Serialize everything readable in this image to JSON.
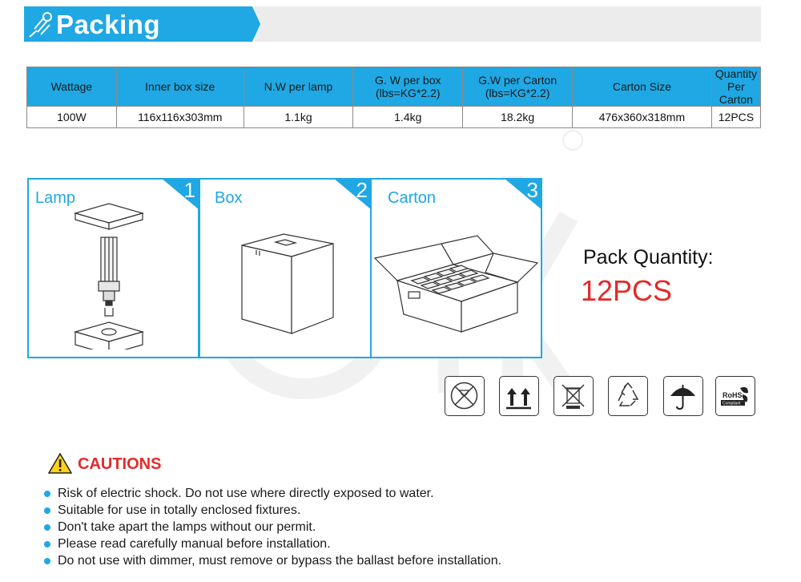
{
  "header": {
    "title": "Packing",
    "icon": "lamp-bulb-icon"
  },
  "table": {
    "headers": [
      [
        "Wattage"
      ],
      [
        "Inner box size"
      ],
      [
        "N.W per lamp"
      ],
      [
        "G. W per box",
        "(lbs=KG*2.2)"
      ],
      [
        "G.W per Carton",
        "(lbs=KG*2.2)"
      ],
      [
        "Carton Size"
      ],
      [
        "Quantity Per",
        "Carton"
      ]
    ],
    "row": [
      "100W",
      "116x116x303mm",
      "1.1kg",
      "1.4kg",
      "18.2kg",
      "476x360x318mm",
      "12PCS"
    ]
  },
  "panels": [
    {
      "label": "Lamp",
      "number": "1",
      "icon": "lamp-assembly-icon"
    },
    {
      "label": "Box",
      "number": "2",
      "icon": "inner-box-icon"
    },
    {
      "label": "Carton",
      "number": "3",
      "icon": "open-carton-icon"
    }
  ],
  "pack": {
    "label": "Pack Quantity:",
    "value": "12PCS"
  },
  "symbols": [
    "fragile-icon",
    "this-way-up-icon",
    "no-trash-icon",
    "recycle-icon",
    "keep-dry-icon",
    "rohs-icon"
  ],
  "symbol_text": {
    "rohs_title": "RoHS",
    "rohs_sub": "Compliant"
  },
  "cautions": {
    "title": "CAUTIONS",
    "items": [
      "Risk of electric shock. Do not use where directly exposed to water.",
      "Suitable for use in totally enclosed fixtures.",
      "Don't take apart the lamps without our permit.",
      "Please read carefully manual before installation.",
      "Do not use with dimmer, must remove or bypass the ballast before installation."
    ]
  },
  "colors": {
    "accent": "#1fa8e4",
    "warning": "#e32a2a",
    "header_gray": "#ececec"
  }
}
